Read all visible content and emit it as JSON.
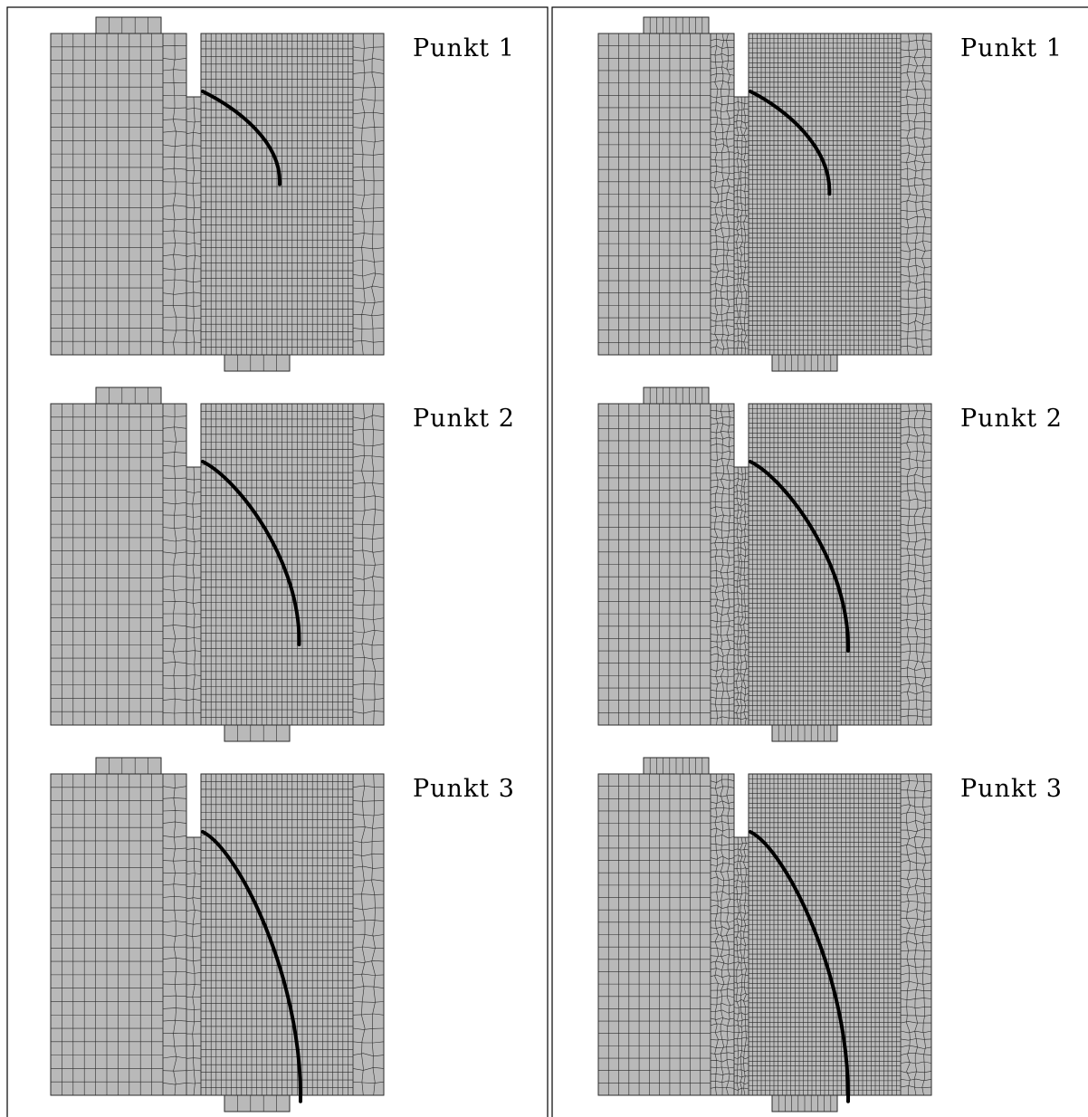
{
  "panels": [
    {
      "id": "coarse",
      "mesh": "coarse",
      "cases": [
        {
          "label": "Punkt 1",
          "crack_depth": 0.3
        },
        {
          "label": "Punkt 2",
          "crack_depth": 0.58
        },
        {
          "label": "Punkt 3",
          "crack_depth": 0.85
        }
      ]
    },
    {
      "id": "fine",
      "mesh": "fine",
      "cases": [
        {
          "label": "Punkt 1",
          "crack_depth": 0.33
        },
        {
          "label": "Punkt 2",
          "crack_depth": 0.6
        },
        {
          "label": "Punkt 3",
          "crack_depth": 0.85
        }
      ]
    }
  ],
  "colors": {
    "mesh_fill": "#b9b9b9",
    "mesh_line": "#2b2b2b",
    "crack": "#000000",
    "frame": "#000000",
    "background": "#ffffff"
  }
}
